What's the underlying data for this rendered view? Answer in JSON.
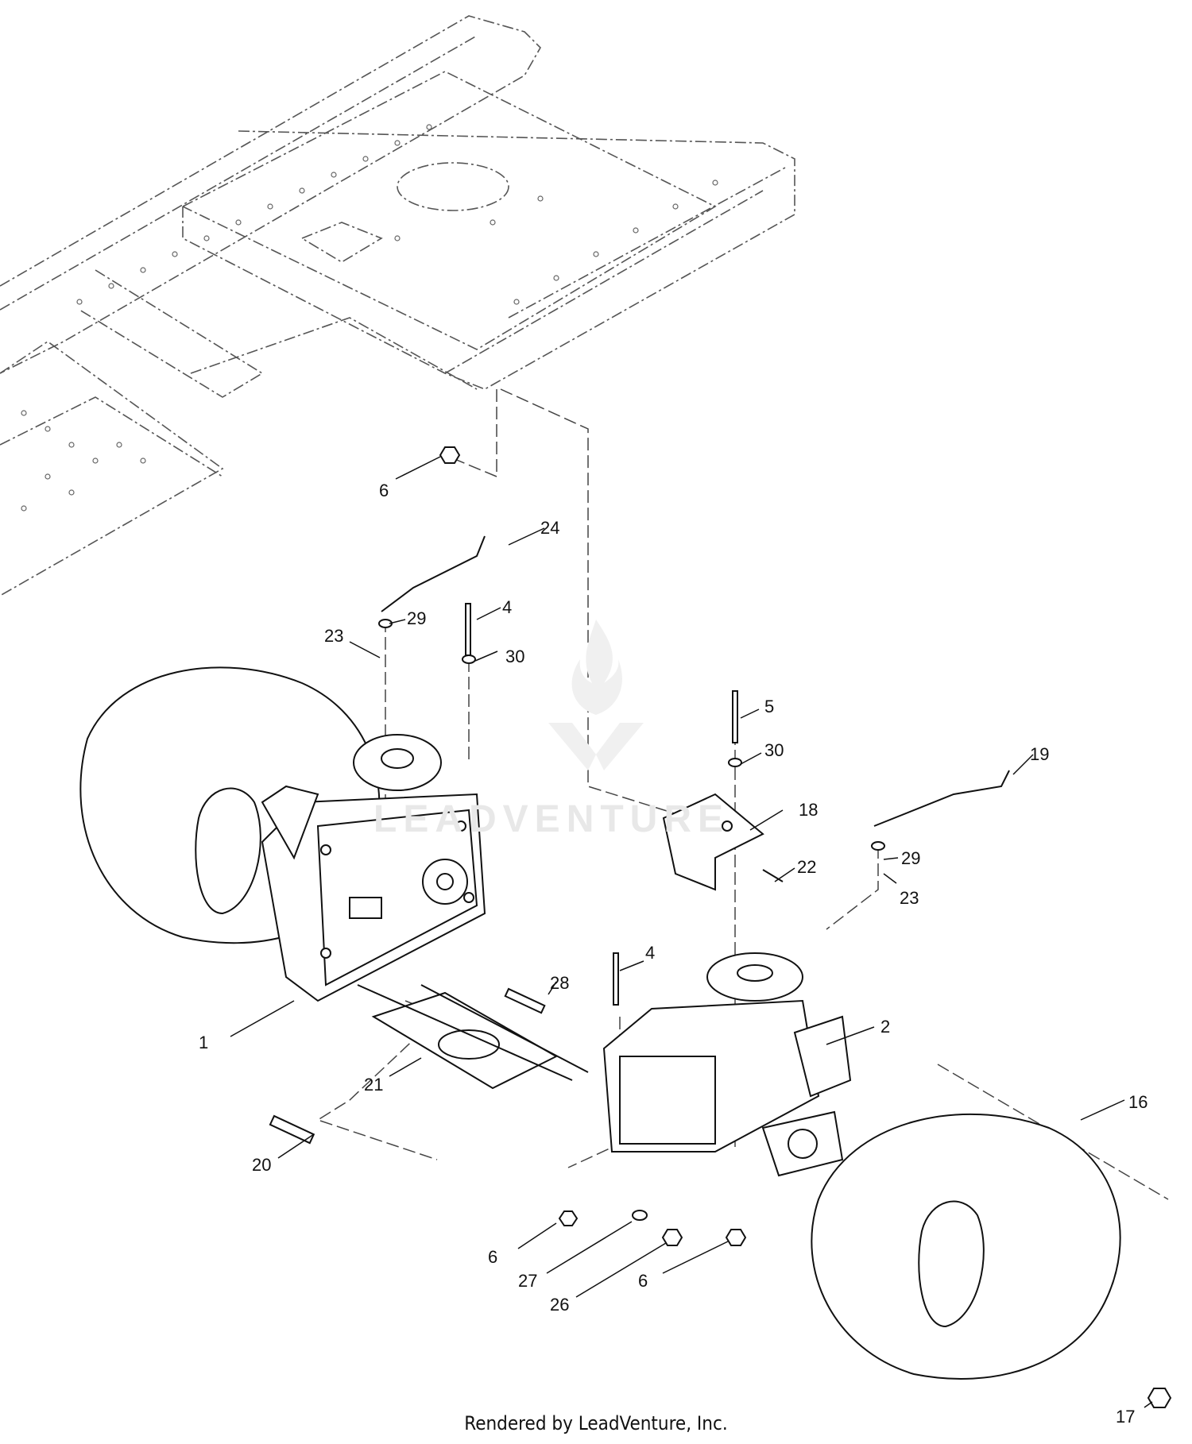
{
  "callouts": [
    {
      "id": "c6a",
      "label": "6"
    },
    {
      "id": "c24",
      "label": "24"
    },
    {
      "id": "c29a",
      "label": "29"
    },
    {
      "id": "c23a",
      "label": "23"
    },
    {
      "id": "c4a",
      "label": "4"
    },
    {
      "id": "c30a",
      "label": "30"
    },
    {
      "id": "c5",
      "label": "5"
    },
    {
      "id": "c30b",
      "label": "30"
    },
    {
      "id": "c19",
      "label": "19"
    },
    {
      "id": "c18",
      "label": "18"
    },
    {
      "id": "c22",
      "label": "22"
    },
    {
      "id": "c29b",
      "label": "29"
    },
    {
      "id": "c23b",
      "label": "23"
    },
    {
      "id": "c4b",
      "label": "4"
    },
    {
      "id": "c28",
      "label": "28"
    },
    {
      "id": "c2",
      "label": "2"
    },
    {
      "id": "c1",
      "label": "1"
    },
    {
      "id": "c21",
      "label": "21"
    },
    {
      "id": "c16",
      "label": "16"
    },
    {
      "id": "c20",
      "label": "20"
    },
    {
      "id": "c6b",
      "label": "6"
    },
    {
      "id": "c27",
      "label": "27"
    },
    {
      "id": "c26",
      "label": "26"
    },
    {
      "id": "c6c",
      "label": "6"
    },
    {
      "id": "c17",
      "label": "17"
    }
  ],
  "watermark": "LEADVENTURE",
  "footer": "Rendered by LeadVenture, Inc.",
  "colors": {
    "line": "#111111",
    "frame": "#555555",
    "watermark": "#e8e8e8"
  }
}
